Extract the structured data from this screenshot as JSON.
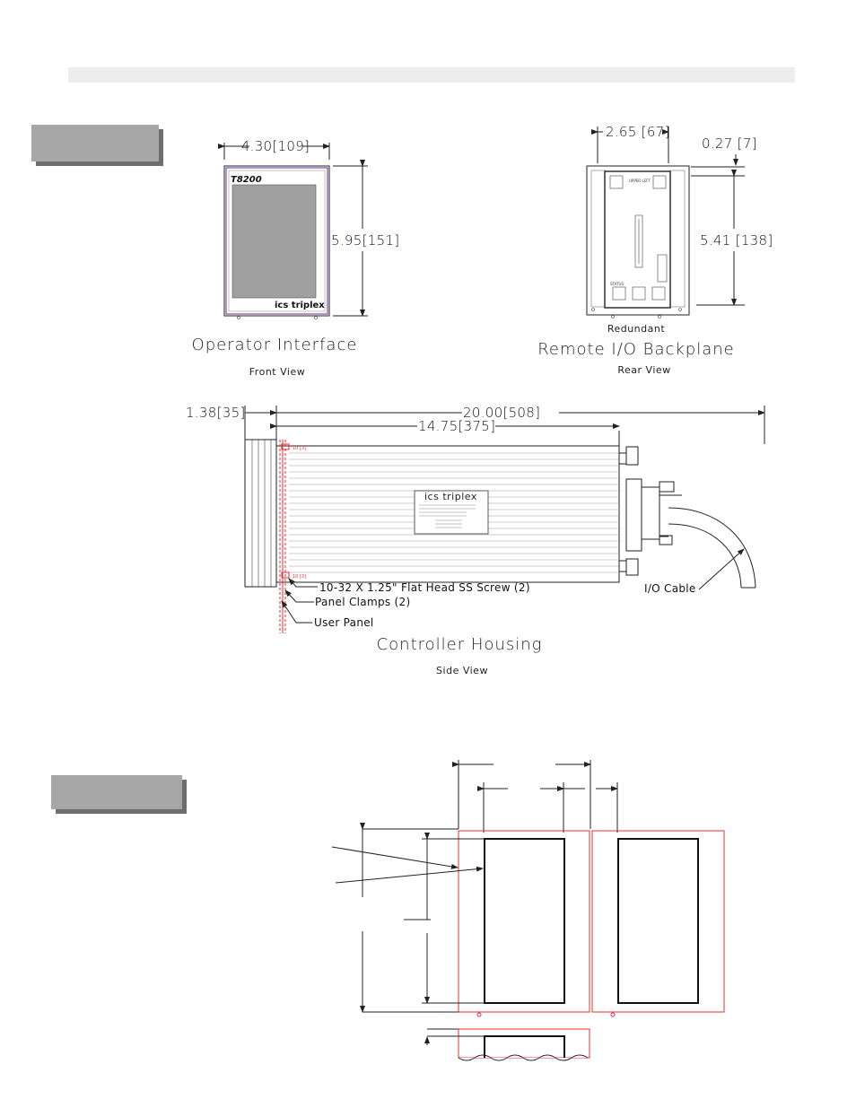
{
  "colors": {
    "header_bar": "#ededed",
    "tab_fill": "#a6a6a6",
    "tab_shadow": "#6e6e6e",
    "cutout_red": "#e23030",
    "bezel_purple": "#6a2a8a"
  },
  "operator_interface": {
    "width_dim": "4.30[109]",
    "height_dim": "5.95[151]",
    "model": "T8200",
    "brand": "ics triplex",
    "title": "Operator Interface",
    "view": "Front View"
  },
  "backplane": {
    "width_dim": "2.65 [67]",
    "offset_dim": "0.27 [7]",
    "height_dim": "5.41 [138]",
    "caption_top": "Redundant",
    "title": "Remote I/O Backplane",
    "view": "Rear View"
  },
  "controller": {
    "depth_front_dim": "1.38[35]",
    "total_dim": "20.00[508]",
    "body_dim": "14.75[375]",
    "label_brand": "ics triplex",
    "screw_note": "10-32 X 1.25\" Flat Head SS Screw (2)",
    "clamps_note": "Panel Clamps (2)",
    "panel_note": "User Panel",
    "cable_note": "I/O Cable",
    "title": "Controller Housing",
    "view": "Side View"
  }
}
